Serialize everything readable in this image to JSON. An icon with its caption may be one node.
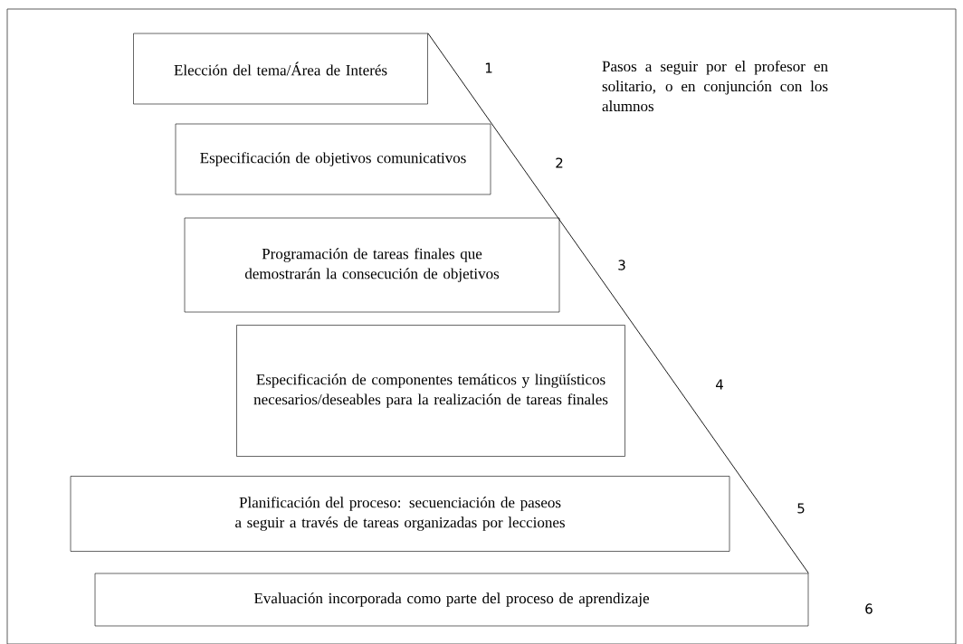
{
  "diagram": {
    "nodes": [
      {
        "text": [
          "Elección del tema/Área de Interés"
        ]
      },
      {
        "text": [
          "Especificación de objetivos comunicativos"
        ]
      },
      {
        "text": [
          "Programación de tareas finales que demostrarán la consecución de objetivos"
        ]
      },
      {
        "text": [
          "Especificación de componentes temáticos y lingüísticos necesarios/deseables para la realización de tareas finales"
        ]
      },
      {
        "text": [
          "Planificación del proceso: secuenciación de paseos a seguir a través de tareas organizadas por lecciones"
        ]
      },
      {
        "text": [
          "Evaluación incorporada como parte del proceso de aprendizaje"
        ]
      }
    ],
    "edges": [
      {
        "from": 0,
        "to": 5,
        "arrow": "none"
      }
    ],
    "labels": [
      "1",
      "Pasos a seguir por el profesor en solitario, o en conjunción con los alumnos",
      "2",
      "3",
      "4",
      "5",
      "6"
    ]
  }
}
